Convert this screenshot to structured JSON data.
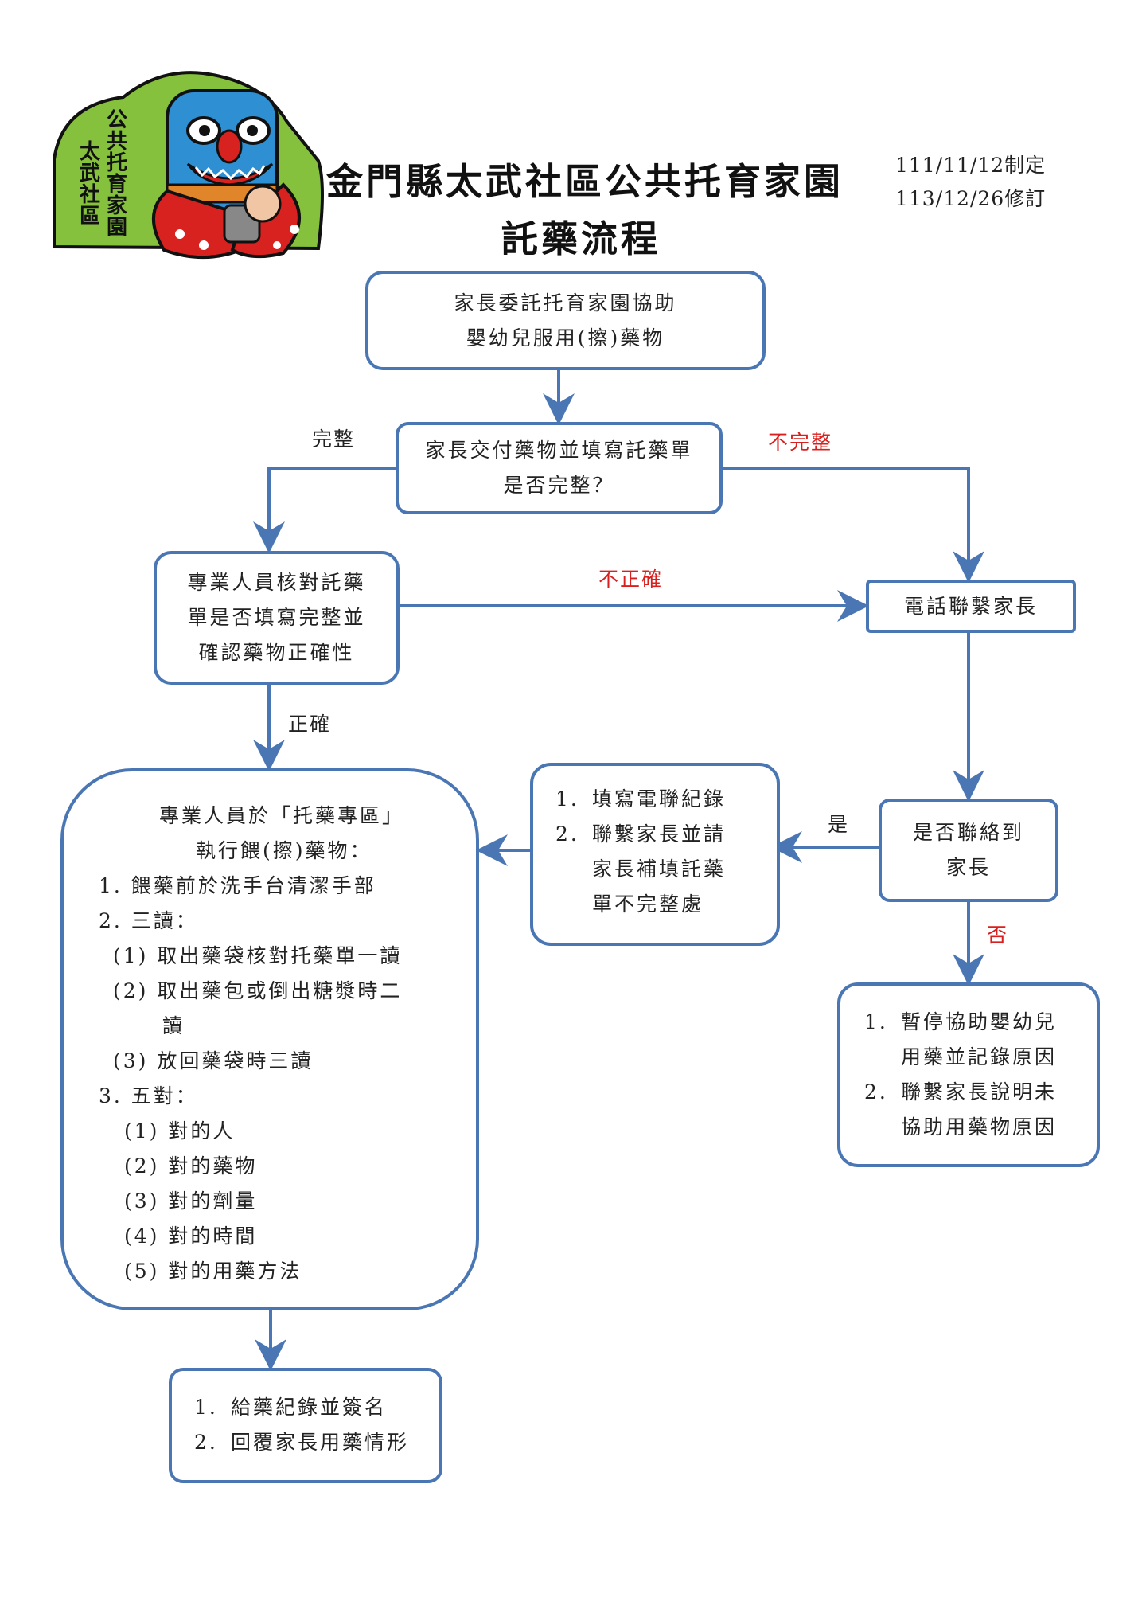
{
  "header": {
    "logo_text_right": "公共托育家園",
    "logo_text_left": "太武社區",
    "title": "金門縣太武社區公共托育家園",
    "subtitle": "託藥流程",
    "date_made": "111/11/12制定",
    "date_revised": "113/12/26修訂"
  },
  "nodes": {
    "start": [
      "家長委託托育家園協助",
      "嬰幼兒服用(擦)藥物"
    ],
    "submit": [
      "家長交付藥物並填寫託藥單",
      "是否完整？"
    ],
    "verify": [
      "專業人員核對託藥",
      "單是否填寫完整並",
      "確認藥物正確性"
    ],
    "call": [
      "電話聯繫家長"
    ],
    "reached": [
      "是否聯絡到",
      "家長"
    ],
    "record": [
      {
        "n": "1.",
        "t": [
          "填寫電聯紀錄"
        ]
      },
      {
        "n": "2.",
        "t": [
          "聯繫家長並請",
          "家長補填託藥",
          "單不完整處"
        ]
      }
    ],
    "stop": [
      {
        "n": "1.",
        "t": [
          "暫停協助嬰幼兒",
          "用藥並記錄原因"
        ]
      },
      {
        "n": "2.",
        "t": [
          "聯繫家長說明未",
          "協助用藥物原因"
        ]
      }
    ],
    "execute": {
      "heading": [
        "專業人員於「托藥專區」",
        "執行餵(擦)藥物："
      ],
      "step1": "1. 餵藥前於洗手台清潔手部",
      "step2": "2. 三讀：",
      "read1": "(1) 取出藥袋核對托藥單一讀",
      "read2a": "(2) 取出藥包或倒出糖漿時二",
      "read2b": "讀",
      "read3": "(3) 放回藥袋時三讀",
      "step3": "3. 五對：",
      "checks": [
        "(1) 對的人",
        "(2) 對的藥物",
        "(3) 對的劑量",
        "(4) 對的時間",
        "(5) 對的用藥方法"
      ]
    },
    "final": [
      {
        "n": "1.",
        "t": [
          "給藥紀錄並簽名"
        ]
      },
      {
        "n": "2.",
        "t": [
          "回覆家長用藥情形"
        ]
      }
    ]
  },
  "edge_labels": {
    "complete": "完整",
    "incomplete": "不完整",
    "incorrect": "不正確",
    "correct": "正確",
    "yes": "是",
    "no": "否"
  },
  "colors": {
    "box_border": "#4a77b4",
    "arrow": "#4a77b4",
    "negative_label": "#d9201e",
    "text": "#222222",
    "logo_green": "#86c13d",
    "logo_blue": "#2e8fd2",
    "logo_red": "#d8221f"
  }
}
